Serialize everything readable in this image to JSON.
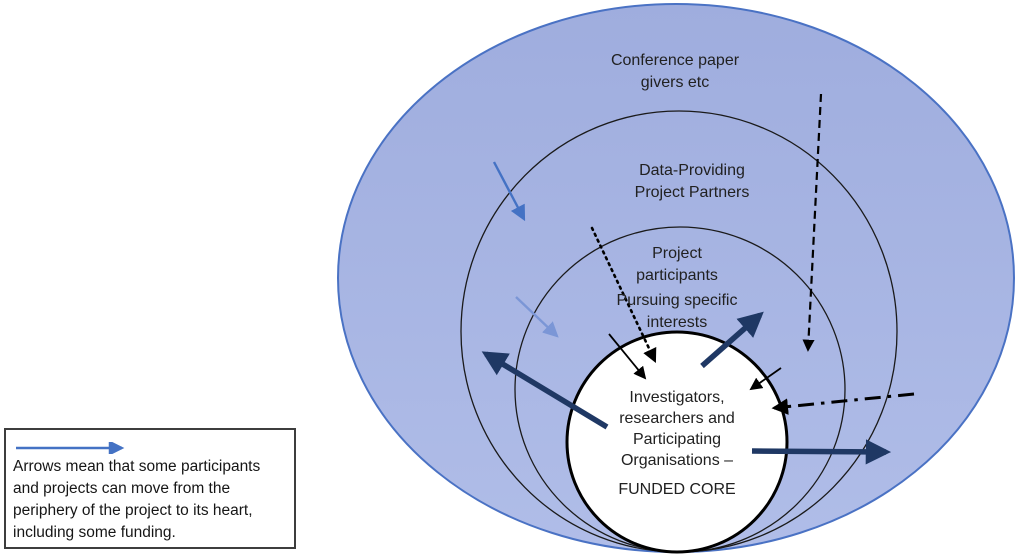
{
  "diagram": {
    "rings": [
      {
        "name": "outer-ring",
        "label": "Conference paper\ngivers etc"
      },
      {
        "name": "second-ring",
        "label": "Data-Providing\nProject Partners"
      },
      {
        "name": "third-ring",
        "label": "Project\nparticipants",
        "sublabel": "Pursuing specific\ninterests"
      },
      {
        "name": "funded-core",
        "label": "Investigators,\nresearchers and\nParticipating\nOrganisations –",
        "sublabel": "FUNDED CORE"
      }
    ],
    "arrows": [
      {
        "name": "blue-inward-arrow-1",
        "style": "solid",
        "color": "#4472c4"
      },
      {
        "name": "blue-inward-arrow-2",
        "style": "solid",
        "color": "#7b96d6"
      },
      {
        "name": "dotted-inward-arrow",
        "style": "dotted",
        "color": "#000000"
      },
      {
        "name": "dashed-inward-arrow",
        "style": "dashed",
        "color": "#000000"
      },
      {
        "name": "black-inward-arrow-left",
        "style": "solid",
        "color": "#000000"
      },
      {
        "name": "black-inward-arrow-right",
        "style": "solid",
        "color": "#000000"
      },
      {
        "name": "dashdot-inward-arrow",
        "style": "dash-dot",
        "color": "#000000"
      },
      {
        "name": "navy-outward-arrow-left",
        "style": "solid-thick",
        "color": "#1f3864"
      },
      {
        "name": "navy-outward-arrow-upright",
        "style": "solid-thick",
        "color": "#1f3864"
      },
      {
        "name": "navy-outward-arrow-right",
        "style": "solid-thick",
        "color": "#1f3864"
      }
    ]
  },
  "legend": {
    "arrow_icon": "blue-right-arrow",
    "text": "Arrows mean that some participants\nand projects can move from the\nperiphery of the project to its heart,\nincluding some funding."
  },
  "colors": {
    "ellipse_fill_top": "#9fadde",
    "ellipse_fill_bottom": "#b0bde8",
    "ellipse_border": "#4a72c4",
    "ring_line": "#1a1a1a",
    "core_border": "#000000",
    "core_fill": "#ffffff",
    "navy_arrow": "#1f3864",
    "blue_arrow": "#4472c4",
    "blue_arrow_light": "#7b96d6",
    "ink": "#000000",
    "text": "#212121"
  }
}
